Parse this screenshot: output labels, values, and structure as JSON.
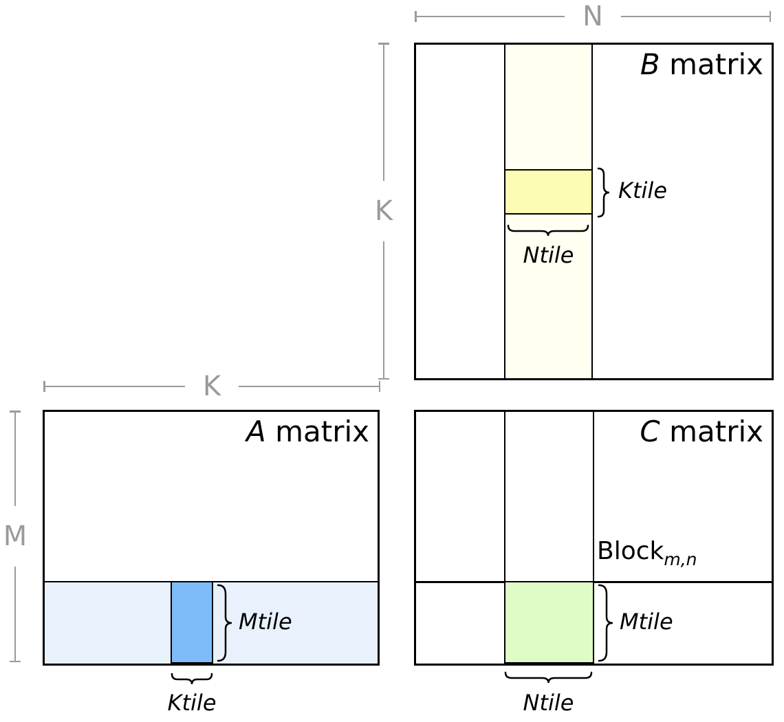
{
  "colors": {
    "ivory_strip": "#FFFFF2",
    "yellow_tile": "#FCFCB4",
    "light_blue_strip": "#E8F1FC",
    "blue_tile": "#7DBCF8",
    "green_tile": "#DFFBC6",
    "line_black": "#000000",
    "ruler_gray": "#9A9A9A"
  },
  "rulers": {
    "n": "N",
    "k_vertical": "K",
    "k_horizontal": "K",
    "m": "M"
  },
  "b_matrix": {
    "letter": "B",
    "title_rest": " matrix",
    "ktile": "Ktile",
    "ntile": "Ntile"
  },
  "a_matrix": {
    "letter": "A",
    "title_rest": " matrix",
    "mtile": "Mtile",
    "ktile": "Ktile"
  },
  "c_matrix": {
    "letter": "C",
    "title_rest": " matrix",
    "block_base": "Block",
    "block_sub": "m,n",
    "mtile": "Mtile",
    "ntile": "Ntile"
  }
}
